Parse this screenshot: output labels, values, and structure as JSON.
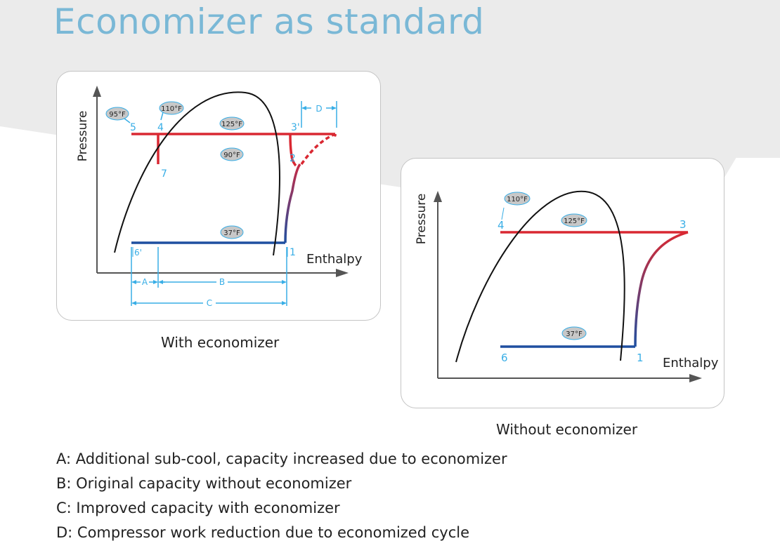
{
  "title": "Economizer as standard",
  "colors": {
    "title": "#7ab8d6",
    "high_pressure": "#d92832",
    "low_pressure": "#1f4fa0",
    "dimension": "#39aee6",
    "background_band": "#ebebeb"
  },
  "with_economizer": {
    "caption": "With economizer",
    "axis_y": "Pressure",
    "axis_x": "Enthalpy",
    "temperatures": {
      "t95": "95°F",
      "t110": "110°F",
      "t125": "125°F",
      "t90": "90°F",
      "t37": "37°F"
    },
    "points": {
      "p5": "5",
      "p4": "4",
      "p3p": "3'",
      "p2": "2",
      "p7": "7",
      "p6p": "6'",
      "p1": "1"
    },
    "dimensions": {
      "a": "A",
      "b": "B",
      "c": "C",
      "d": "D"
    }
  },
  "without_economizer": {
    "caption": "Without economizer",
    "axis_y": "Pressure",
    "axis_x": "Enthalpy",
    "temperatures": {
      "t110": "110°F",
      "t125": "125°F",
      "t37": "37°F"
    },
    "points": {
      "p4": "4",
      "p3": "3",
      "p6": "6",
      "p1": "1"
    }
  },
  "legend": [
    "A: Additional sub-cool, capacity increased due to economizer",
    "B: Original capacity without economizer",
    "C: Improved capacity with economizer",
    "D: Compressor work reduction due to economized cycle"
  ]
}
